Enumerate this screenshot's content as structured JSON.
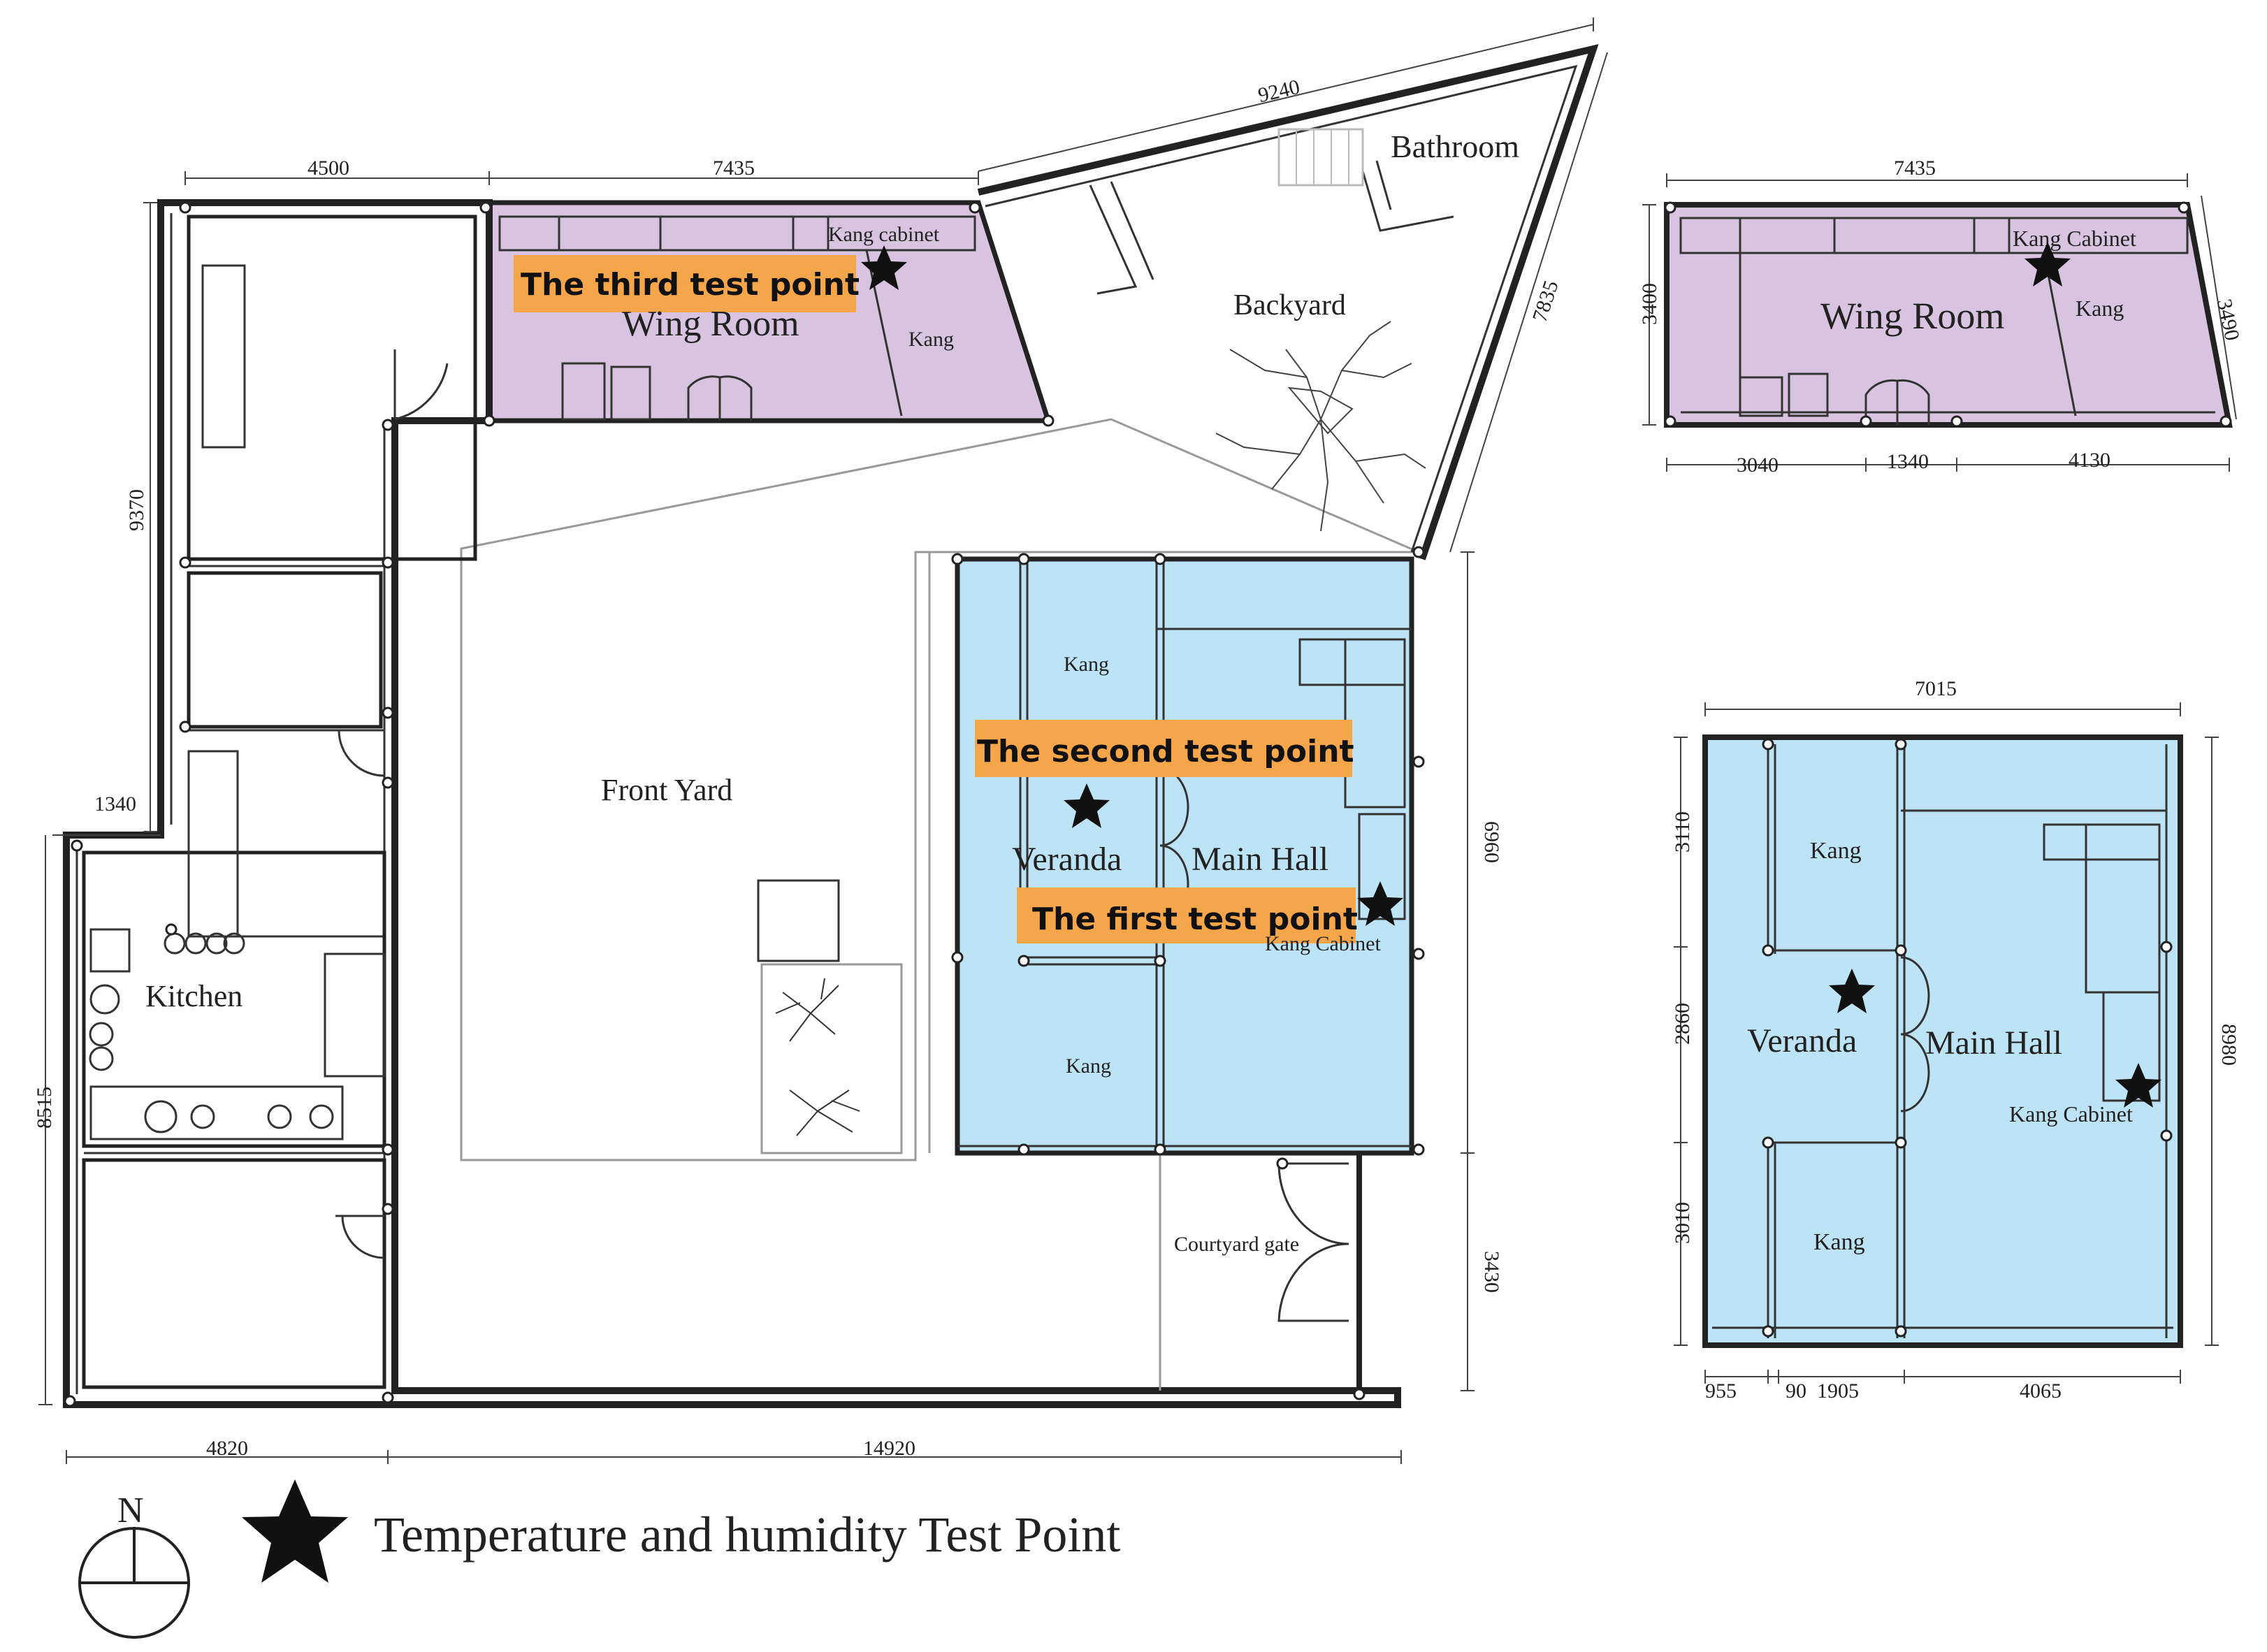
{
  "colors": {
    "wing_room_fill": "#d8c4e0",
    "main_hall_fill": "#bde3f6",
    "highlight": "#f5a54a",
    "wall": "#222222"
  },
  "rooms": {
    "bathroom": "Bathroom",
    "backyard": "Backyard",
    "front_yard": "Front Yard",
    "wing_room": "Wing Room",
    "kang": "Kang",
    "kang_cabinet_lower": "Kang cabinet",
    "kang_cabinet": "Kang Cabinet",
    "kitchen": "Kitchen",
    "veranda": "Veranda",
    "main_hall": "Main Hall",
    "courtyard_gate": "Courtyard gate"
  },
  "test_points": {
    "first": "The first test point",
    "second": "The second test point",
    "third": "The third test point"
  },
  "dimensions": {
    "main": {
      "top_left": "4500",
      "top_wing": "7435",
      "diagonal_top": "9240",
      "diagonal_right": "7835",
      "left_upper": "9370",
      "left_step": "1340",
      "left_lower": "8515",
      "right_hall": "6960",
      "right_gate": "3430",
      "bottom_left": "4820",
      "bottom_right": "14920"
    },
    "wing_detail": {
      "top": "7435",
      "left": "3400",
      "right": "3490",
      "bottom_a": "3040",
      "bottom_b": "1340",
      "bottom_c": "4130"
    },
    "hall_detail": {
      "top": "7015",
      "left_a": "3110",
      "left_b": "2860",
      "left_c": "3010",
      "right": "8980",
      "bottom_a": "955",
      "bottom_b": "90",
      "bottom_c": "1905",
      "bottom_d": "4065"
    }
  },
  "legend": {
    "north": "N",
    "label": "Temperature and humidity Test Point"
  }
}
